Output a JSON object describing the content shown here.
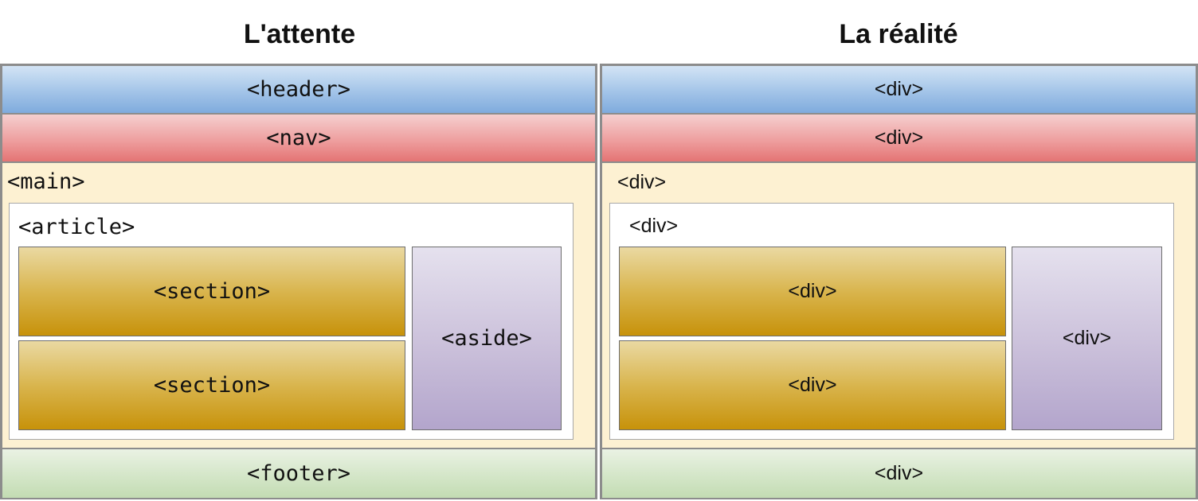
{
  "titles": {
    "left": "L'attente",
    "right": "La réalité"
  },
  "left": {
    "header": "<header>",
    "nav": "<nav>",
    "main": "<main>",
    "article": "<article>",
    "section_1": "<section>",
    "section_2": "<section>",
    "aside": "<aside>",
    "footer": "<footer>"
  },
  "right": {
    "header": "<div>",
    "nav": "<div>",
    "main": "<div>",
    "article": "<div>",
    "section_1": "<div>",
    "section_2": "<div>",
    "aside": "<div>",
    "footer": "<div>"
  },
  "colors": {
    "header": "#a3c4e8",
    "nav": "#ee9f9f",
    "main": "#fdf1d2",
    "article": "#ffffff",
    "section": "#d9b54e",
    "aside": "#cdc3dc",
    "footer": "#d4e6c8",
    "frame": "#8c8c8c"
  }
}
